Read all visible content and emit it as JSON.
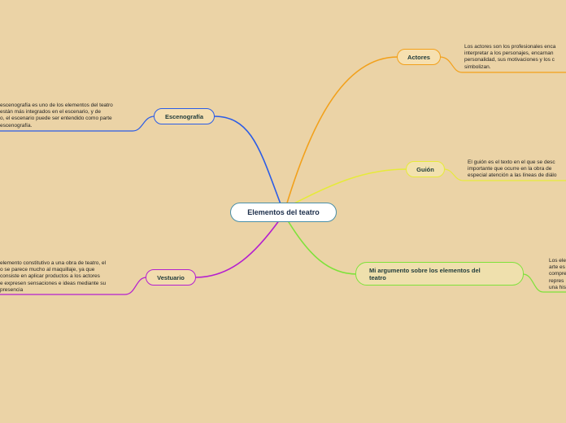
{
  "root": {
    "label": "Elementos del teatro"
  },
  "branches": [
    {
      "key": "actores",
      "label": "Actores",
      "color": "#f2a01a",
      "note": [
        "Los actores son los profesionales enca",
        "interpretar a los personajes, encarnan",
        "personalidad, sus motivaciones y los c",
        "simbolizan."
      ]
    },
    {
      "key": "escenografia",
      "label": "Escenografía",
      "color": "#2b5ce6",
      "note": [
        "escenografía es uno de los elementos del teatro",
        "están más integrados en el escenario, y de",
        "o, el escenario puede ser entendido como parte",
        " escenografía."
      ]
    },
    {
      "key": "guion",
      "label": "Guión",
      "color": "#e6ea3a",
      "note": [
        "El guión es el texto en el que se desc",
        "importante que ocurre en la obra de",
        "especial atención a las líneas de diálo"
      ]
    },
    {
      "key": "argumento",
      "label": "Mi argumento sobre los elementos del teatro",
      "label_lines": [
        "Mi argumento sobre los elementos del",
        "teatro"
      ],
      "color": "#7ee23a",
      "note": [
        "Los ele",
        "arte es",
        "compre",
        "repres",
        "una his"
      ]
    },
    {
      "key": "vestuario",
      "label": "Vestuario",
      "color": "#b51fcf",
      "note": [
        "elemento constitutivo a una obra de teatro, el",
        "o se parece mucho al maquillaje, ya que",
        " consiste en aplicar productos a los actores",
        "e expresen sensaciones e ideas mediante su",
        "presencia"
      ]
    }
  ]
}
